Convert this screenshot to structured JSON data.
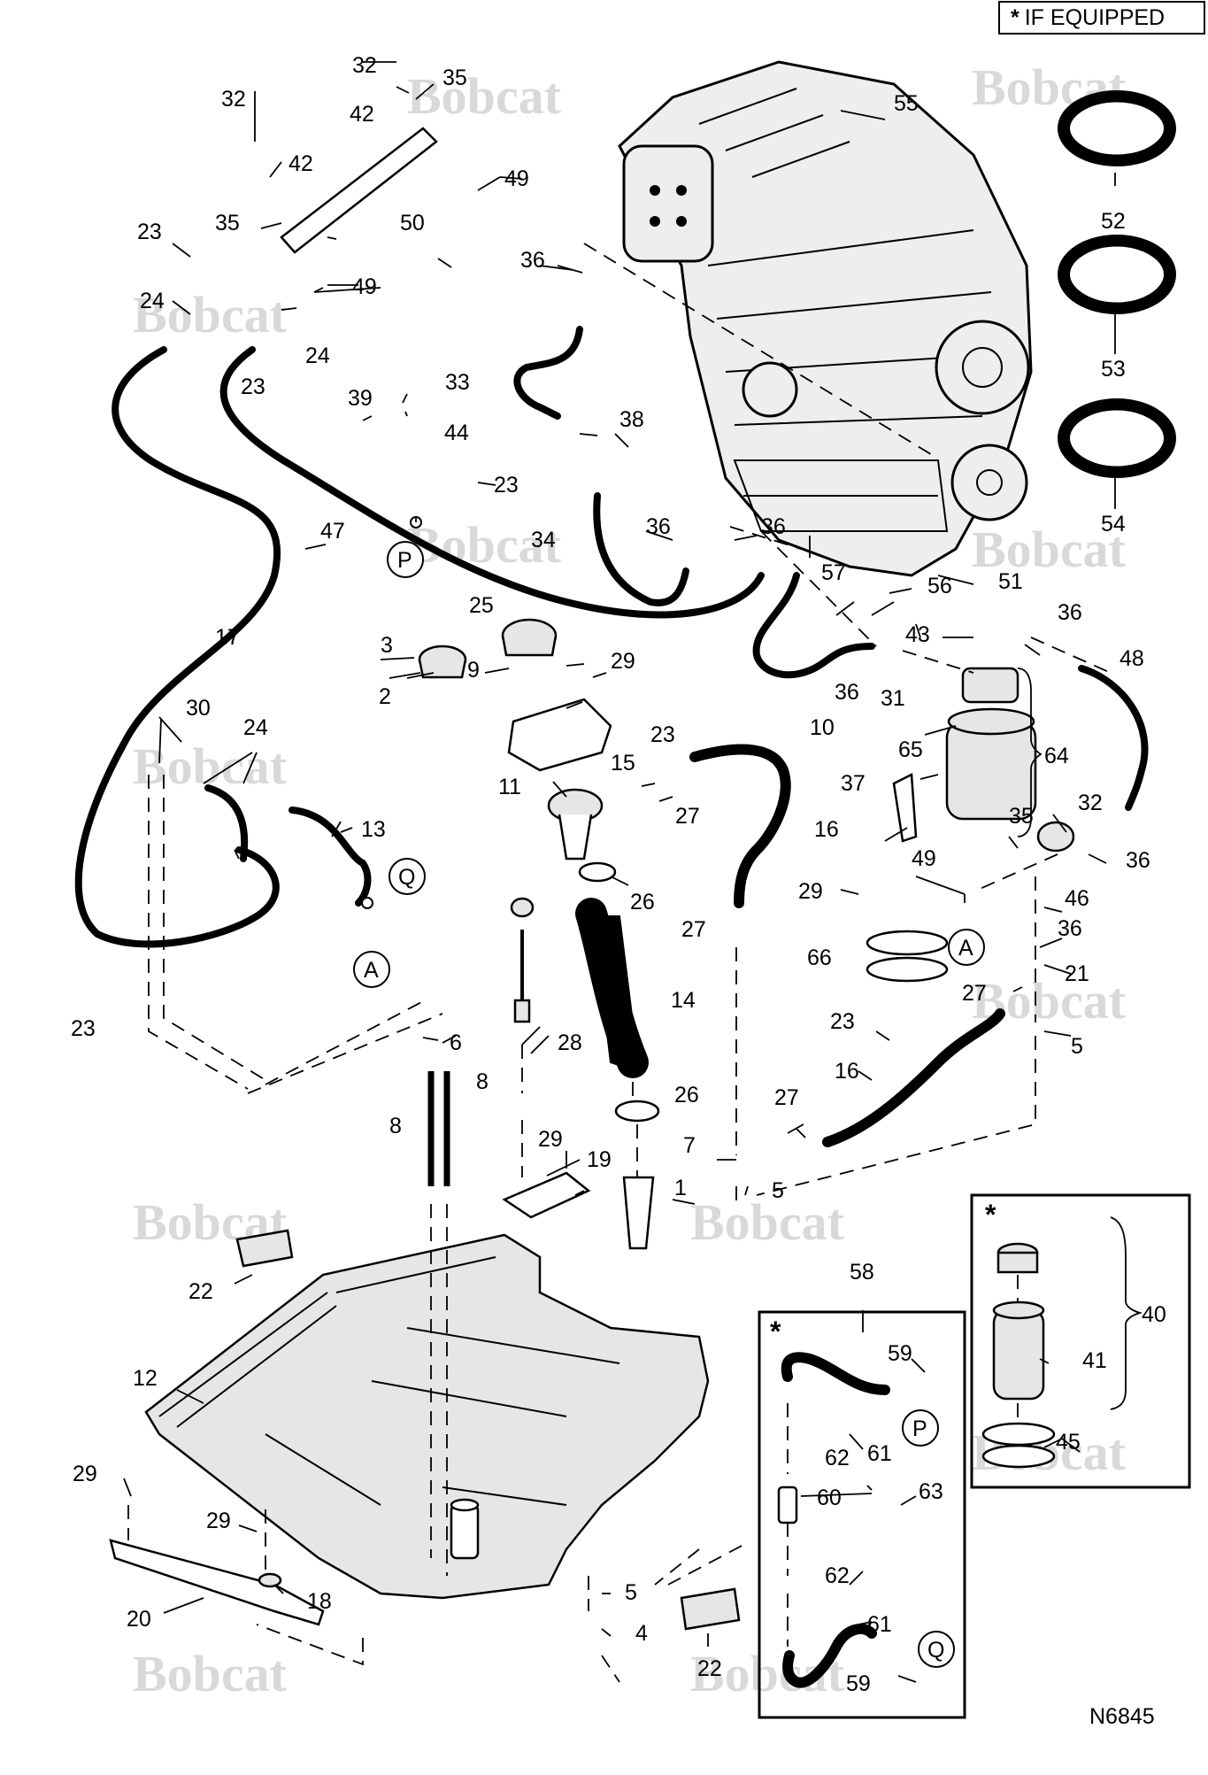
{
  "note": {
    "star": "*",
    "text": "IF EQUIPPED"
  },
  "drawing_number": "N6845",
  "watermark_text": "Bobcat",
  "optional_marker": "*",
  "refs": {
    "P": "P",
    "Q": "Q",
    "A": "A"
  },
  "callouts": {
    "c1": "1",
    "c2": "2",
    "c3": "3",
    "c4": "4",
    "c5": "5",
    "c6": "6",
    "c7": "7",
    "c8": "8",
    "c9": "9",
    "c10": "10",
    "c11": "11",
    "c12": "12",
    "c13": "13",
    "c14": "14",
    "c15": "15",
    "c16": "16",
    "c17": "17",
    "c18": "18",
    "c19": "19",
    "c20": "20",
    "c21": "21",
    "c22": "22",
    "c23": "23",
    "c24": "24",
    "c25": "25",
    "c26": "26",
    "c27": "27",
    "c28": "28",
    "c29": "29",
    "c30": "30",
    "c31": "31",
    "c32": "32",
    "c33": "33",
    "c34": "34",
    "c35": "35",
    "c36": "36",
    "c37": "37",
    "c38": "38",
    "c39": "39",
    "c40": "40",
    "c41": "41",
    "c42": "42",
    "c43": "43",
    "c44": "44",
    "c45": "45",
    "c46": "46",
    "c47": "47",
    "c48": "48",
    "c49": "49",
    "c50": "50",
    "c51": "51",
    "c52": "52",
    "c53": "53",
    "c54": "54",
    "c55": "55",
    "c56": "56",
    "c57": "57",
    "c58": "58",
    "c59": "59",
    "c60": "60",
    "c61": "61",
    "c62": "62",
    "c63": "63",
    "c64": "64",
    "c65": "65",
    "c66": "66"
  }
}
